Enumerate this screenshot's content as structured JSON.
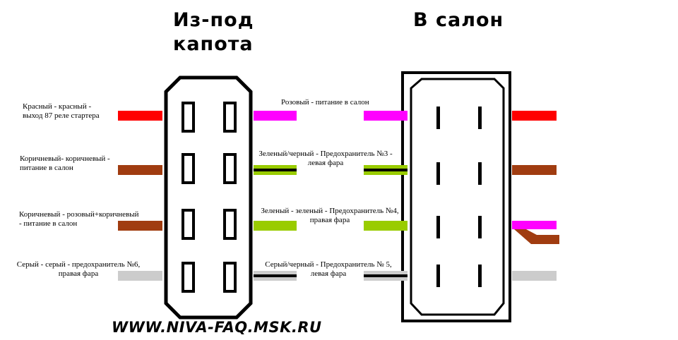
{
  "headings": {
    "left": "Из-под\nкапота",
    "right": "В салон"
  },
  "labels": {
    "left": [
      "Красный - красный -\nвыход 87 реле стартера",
      "Коричневый- коричневый -\nпитание в салон",
      "Коричневый - розовый+коричневый\n- питание в салон",
      "Серый - серый - предохранитель №6,\nправая фара"
    ],
    "middle": [
      "Розовый - питание в салон",
      "Зеленый/черный - Предохранитель №3 -\nлевая фара",
      "Зеленый - зеленый - Предохранитель №4,\nправая фара",
      "Серый/черный - Предохранитель № 5,\nлевая фара"
    ]
  },
  "footer": "WWW.NIVA-FAQ.MSK.RU",
  "colors": {
    "red": "#ff0000",
    "brown": "#a03c10",
    "pink": "#ff00ff",
    "green": "#99cc00",
    "gray": "#cccccc",
    "black": "#000000"
  }
}
